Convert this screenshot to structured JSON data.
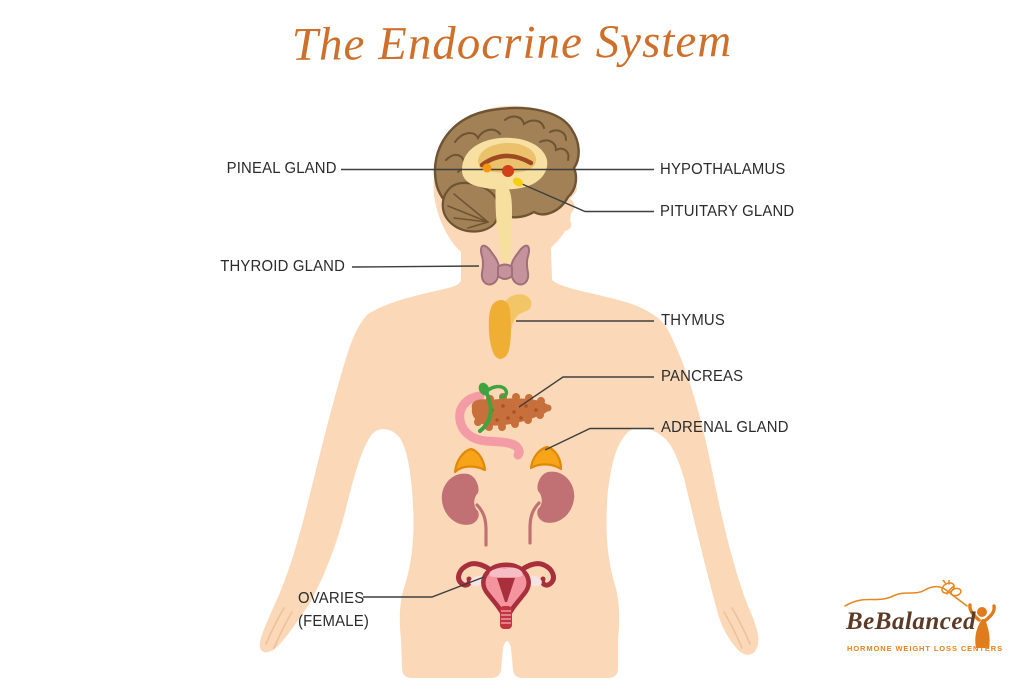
{
  "title": "The Endocrine System",
  "labels": {
    "pineal": "PINEAL GLAND",
    "hypothalamus": "HYPOTHALAMUS",
    "pituitary": "PITUITARY GLAND",
    "thyroid": "THYROID GLAND",
    "thymus": "THYMUS",
    "pancreas": "PANCREAS",
    "adrenal": "ADRENAL GLAND",
    "ovaries_line1": "OVARIES",
    "ovaries_line2": "(FEMALE)"
  },
  "illustrations": [
    "female-body-silhouette",
    "brain",
    "pineal-gland",
    "hypothalamus",
    "pituitary-gland",
    "thyroid-gland",
    "thymus",
    "pancreas",
    "adrenal-glands",
    "kidneys",
    "uterus-ovaries"
  ],
  "logo": {
    "name": "BeBalanced",
    "tagline": "HORMONE WEIGHT LOSS CENTERS"
  },
  "colors": {
    "title": "#CE6F2C",
    "skin": "#FBD9B8",
    "label_text": "#2B2B2B",
    "leader_line": "#3F3F3F",
    "brain_brown": "#A18155",
    "brain_outline": "#6F5434",
    "brain_inner_yellow": "#F7E0A2",
    "hypothalamus_red": "#D14018",
    "pineal_orange": "#F5970F",
    "pituitary_yellow": "#F6CD17",
    "thyroid_mauve": "#C4939C",
    "thymus_yellow": "#EFB33A",
    "pancreas_brown": "#C8703C",
    "duodenum_pink": "#F49CA5",
    "duct_green": "#3FA33F",
    "kidney_rose": "#C17173",
    "adrenal_orange": "#F7A418",
    "uterus_maroon": "#A8303C",
    "uterus_pink": "#F4949F",
    "logo_brown": "#5C3A26",
    "logo_orange": "#E8831C"
  }
}
